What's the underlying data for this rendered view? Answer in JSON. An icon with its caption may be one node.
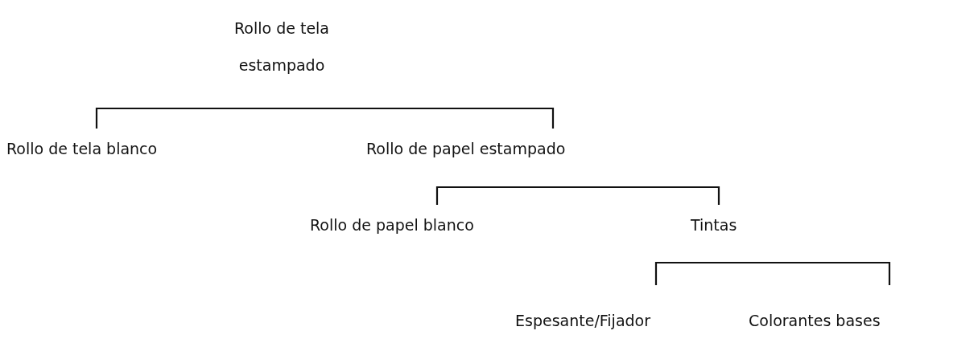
{
  "diagram": {
    "nodes": [
      {
        "text": [
          "Rollo de tela estampado"
        ]
      },
      {
        "text": [
          "Rollo de tela blanco"
        ]
      },
      {
        "text": [
          "Rollo de papel estampado"
        ]
      },
      {
        "text": [
          "Rollo de papel blanco"
        ]
      },
      {
        "text": [
          "Tintas"
        ]
      },
      {
        "text": [
          "Espesante/Fijador"
        ]
      },
      {
        "text": [
          "Colorantes bases"
        ]
      }
    ],
    "edges": [
      {
        "from": 0,
        "to": 1,
        "arrow": "none"
      },
      {
        "from": 0,
        "to": 2,
        "arrow": "none"
      },
      {
        "from": 2,
        "to": 3,
        "arrow": "none"
      },
      {
        "from": 2,
        "to": 4,
        "arrow": "none"
      },
      {
        "from": 4,
        "to": 5,
        "arrow": "none"
      },
      {
        "from": 4,
        "to": 6,
        "arrow": "none"
      }
    ]
  }
}
